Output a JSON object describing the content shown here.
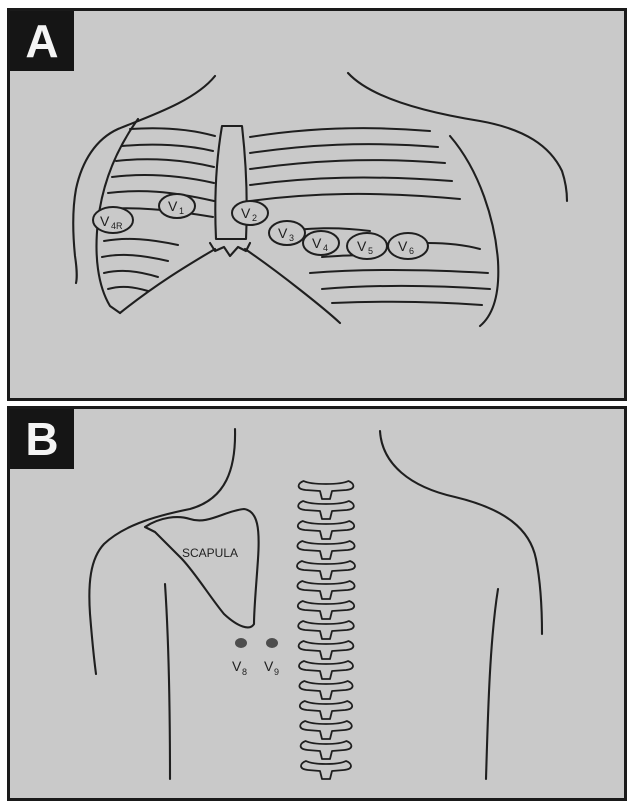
{
  "panels": {
    "a": {
      "letter": "A",
      "electrodes": {
        "v4r": {
          "main": "V",
          "sub": "4R"
        },
        "v1": {
          "main": "V",
          "sub": "1"
        },
        "v2": {
          "main": "V",
          "sub": "2"
        },
        "v3": {
          "main": "V",
          "sub": "3"
        },
        "v4": {
          "main": "V",
          "sub": "4"
        },
        "v5": {
          "main": "V",
          "sub": "5"
        },
        "v6": {
          "main": "V",
          "sub": "6"
        }
      }
    },
    "b": {
      "letter": "B",
      "scapula_label": "SCAPULA",
      "electrodes": {
        "v8": {
          "main": "V",
          "sub": "8"
        },
        "v9": {
          "main": "V",
          "sub": "9"
        }
      }
    }
  },
  "colors": {
    "panel_bg": "#c9c9c9",
    "ink": "#1f1f1f",
    "letter_bg": "#151515",
    "border": "#1a1a1a"
  }
}
